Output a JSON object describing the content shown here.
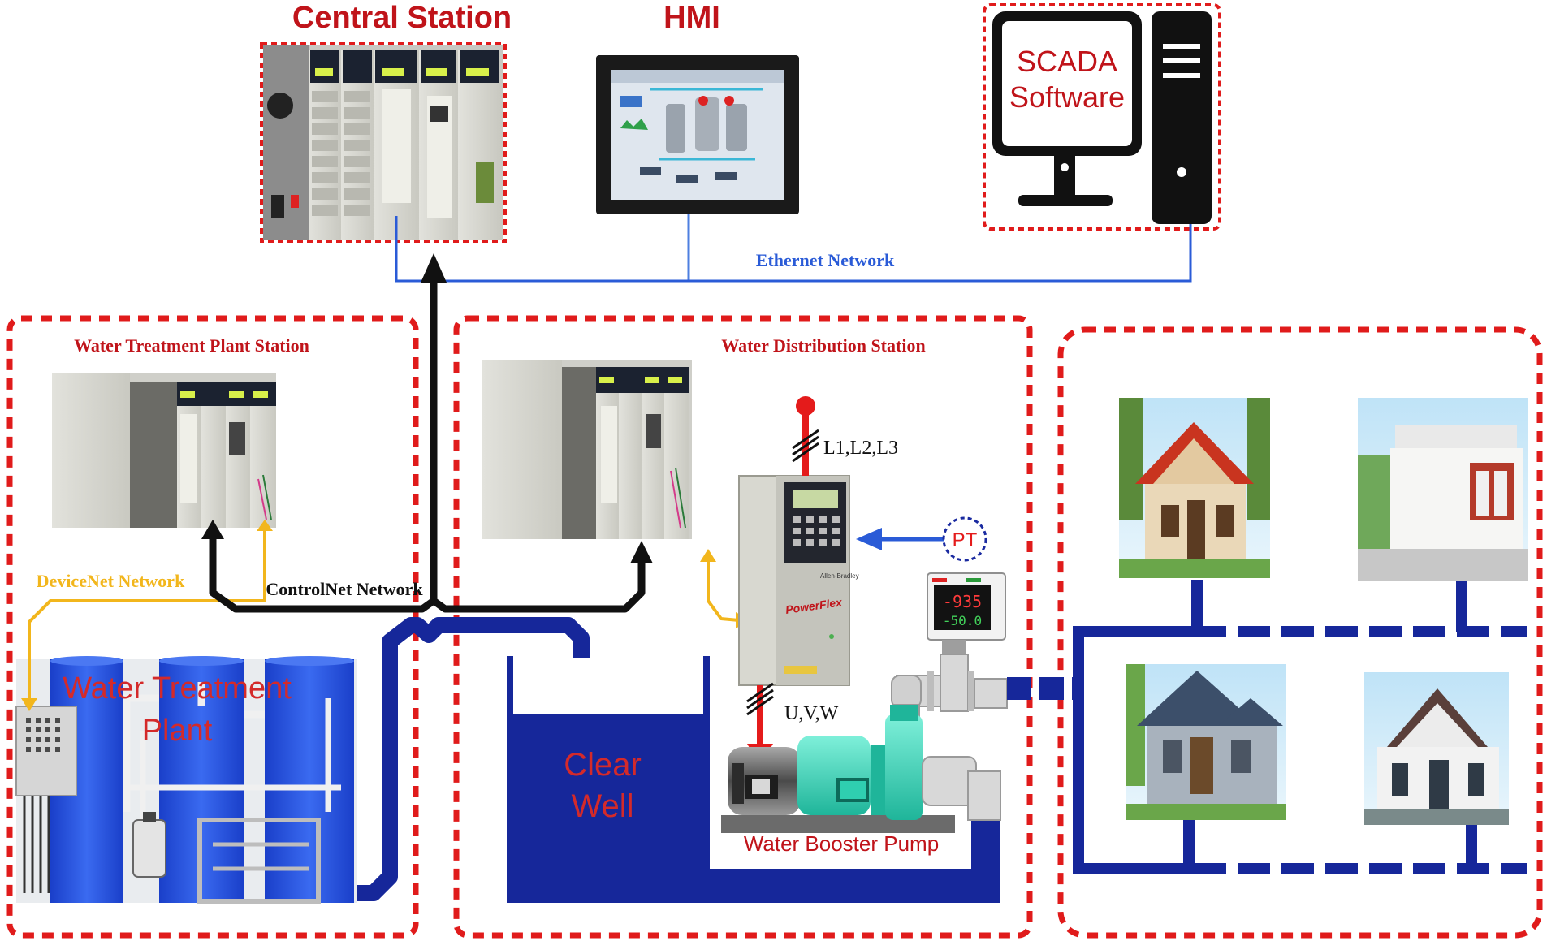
{
  "titles": {
    "central_station": "Central Station",
    "hmi": "HMI",
    "scada_line1": "SCADA",
    "scada_line2": "Software"
  },
  "networks": {
    "ethernet": "Ethernet Network",
    "devicenet": "DeviceNet Network",
    "controlnet": "ControlNet Network"
  },
  "stations": {
    "treatment": "Water Treatment Plant Station",
    "distribution": "Water Distribution Station"
  },
  "plant": {
    "line1": "Water Treatment",
    "line2": "Plant"
  },
  "clear_well": {
    "line1": "Clear",
    "line2": "Well"
  },
  "labels": {
    "power_lines": "L1,L2,L3",
    "motor_lines": "U,V,W",
    "pt": "PT",
    "pump": "Water Booster Pump",
    "drive_brand": "PowerFlex",
    "plc_brand": "Allen-Bradley"
  },
  "sensor_display": {
    "top": "-935",
    "bottom": "-50.0"
  },
  "colors": {
    "dashed_border": "#e01b1b",
    "title_red": "#c0141a",
    "ethernet_blue": "#2a5bd7",
    "devicenet_yellow": "#f2b61c",
    "controlnet_black": "#111111",
    "pipe_navy": "#16279a",
    "power_red": "#e41b1b"
  }
}
